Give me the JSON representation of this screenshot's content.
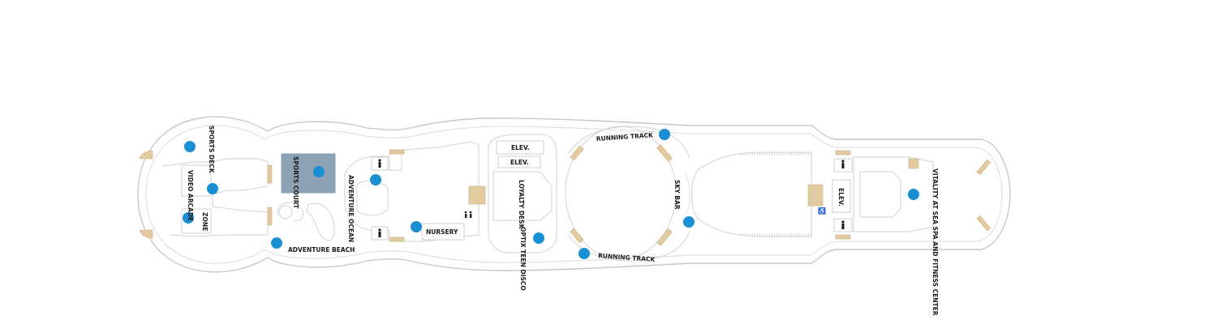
{
  "map": {
    "areas": {
      "sports_deck": "SPORTS DECK",
      "video_arcade": "VIDEO ARCADE",
      "zone": "ZONE",
      "sports_court": "SPORTS COURT",
      "adventure_ocean": "ADVENTURE OCEAN",
      "adventure_beach": "ADVENTURE BEACH",
      "nursery": "NURSERY",
      "elev_top": "ELEV.",
      "elev_mid": "ELEV.",
      "loyalty_desk": "LOYALTY DESK",
      "optix_teen_disco": "OPTIX TEEN DISCO",
      "running_track_top": "RUNNING TRACK",
      "running_track_bottom": "RUNNING TRACK",
      "sky_bar": "SKY BAR",
      "elev_aft": "ELEV.",
      "vitality": "VITALITY AT SEA SPA AND FITNESS CENTER"
    },
    "colors": {
      "marker": "#1b8fd3",
      "sports_court": "#8da2b4",
      "stairs": "#e3cba1",
      "hull_outline": "#c8c8c8"
    },
    "icons": {
      "markers": "circle-amenity-icon",
      "restroom": "restroom-icon",
      "accessible": "wheelchair-icon"
    }
  }
}
